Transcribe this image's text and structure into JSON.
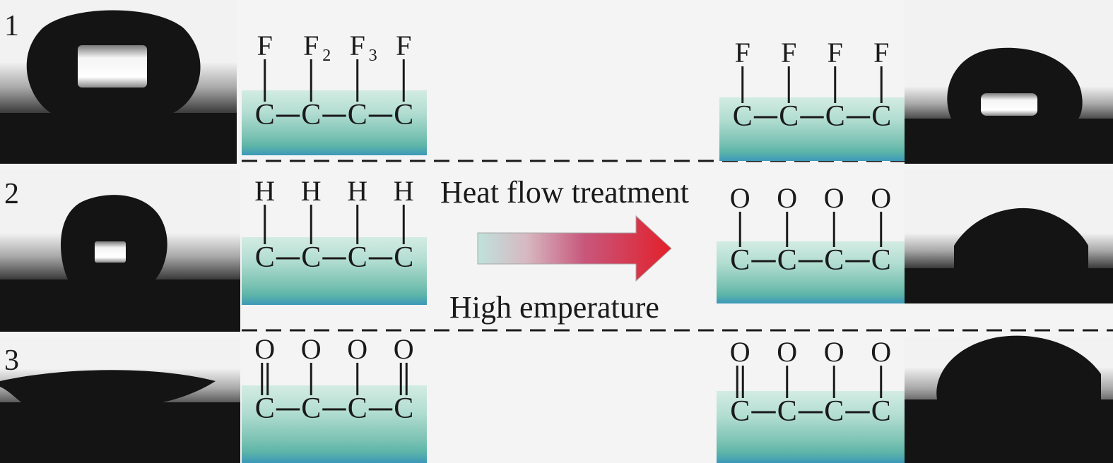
{
  "rows": [
    {
      "label": "1",
      "before": {
        "substituents": [
          "F",
          "F",
          "F",
          "F"
        ],
        "subscripts": [
          "",
          "2",
          "3",
          ""
        ],
        "bonds": [
          "single",
          "single",
          "single",
          "single"
        ],
        "backbone": [
          "C",
          "C",
          "C",
          "C"
        ]
      },
      "after": {
        "substituents": [
          "F",
          "F",
          "F",
          "F"
        ],
        "subscripts": [
          "",
          "",
          "",
          ""
        ],
        "bonds": [
          "single",
          "single",
          "single",
          "single"
        ],
        "backbone": [
          "C",
          "C",
          "C",
          "C"
        ]
      }
    },
    {
      "label": "2",
      "before": {
        "substituents": [
          "H",
          "H",
          "H",
          "H"
        ],
        "subscripts": [
          "",
          "",
          "",
          ""
        ],
        "bonds": [
          "single",
          "single",
          "single",
          "single"
        ],
        "backbone": [
          "C",
          "C",
          "C",
          "C"
        ]
      },
      "after": {
        "substituents": [
          "O",
          "O",
          "O",
          "O"
        ],
        "subscripts": [
          "",
          "",
          "",
          ""
        ],
        "bonds": [
          "single",
          "single",
          "single",
          "single"
        ],
        "backbone": [
          "C",
          "C",
          "C",
          "C"
        ]
      }
    },
    {
      "label": "3",
      "before": {
        "substituents": [
          "O",
          "O",
          "O",
          "O"
        ],
        "subscripts": [
          "",
          "",
          "",
          ""
        ],
        "bonds": [
          "double",
          "single",
          "single",
          "double"
        ],
        "backbone": [
          "C",
          "C",
          "C",
          "C"
        ]
      },
      "after": {
        "substituents": [
          "O",
          "O",
          "O",
          "O"
        ],
        "subscripts": [
          "",
          "",
          "",
          ""
        ],
        "bonds": [
          "double",
          "single",
          "single",
          "single"
        ],
        "backbone": [
          "C",
          "C",
          "C",
          "C"
        ]
      }
    }
  ],
  "process": {
    "top_label": "Heat flow treatment",
    "bottom_label": "High emperature"
  },
  "colors": {
    "background": "#f4f4f4",
    "droplet": "#141414",
    "substrate_top": "#c9e6dc",
    "substrate_mid": "#8fcbbd",
    "substrate_bottom": "#3ea0b8",
    "arrow_start": "#bfe2dc",
    "arrow_mid": "#c8567a",
    "arrow_end": "#e0202c",
    "divider": "#1a1a1a"
  }
}
